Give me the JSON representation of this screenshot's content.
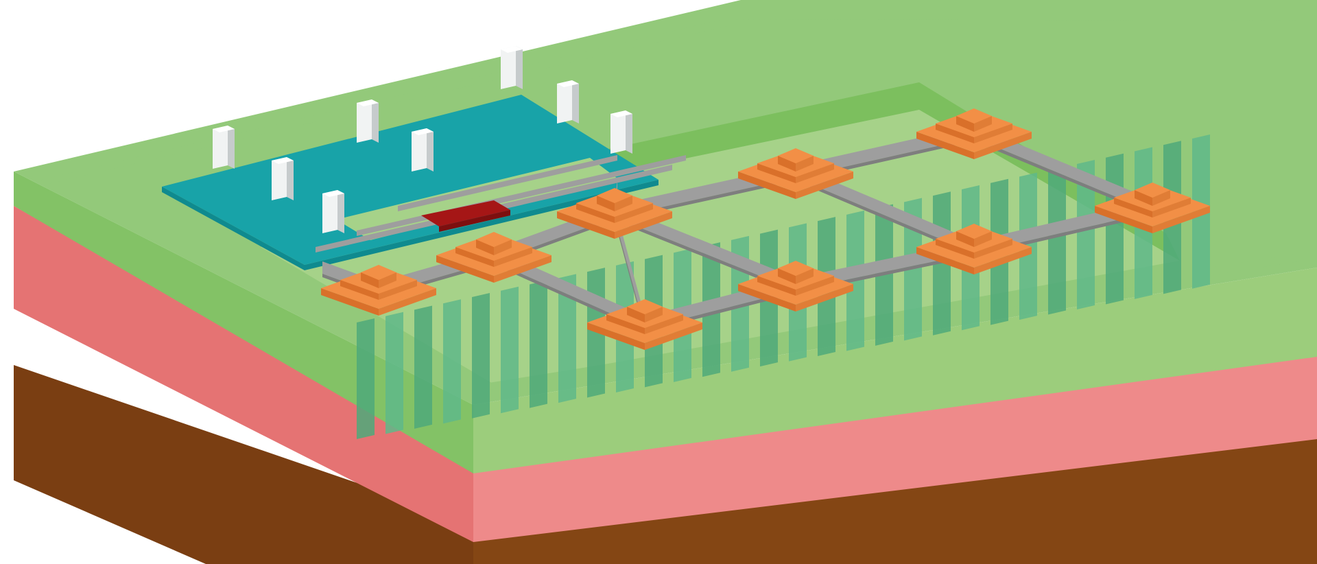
{
  "diagram": {
    "kind": "isometric-cross-section",
    "colors": {
      "encapsulant_top": "#93c97a",
      "encapsulant_left_face": "#83c266",
      "encapsulant_front_face": "#9ccd7c",
      "cavity_floor": "#a6d289",
      "cavity_wall_back": "#7cbf5e",
      "cavity_wall_left": "#8ec870",
      "pillar": "#5fb98a",
      "pillar_dark": "#4fa97a",
      "substrate_left": "#e57373",
      "substrate_front": "#ee8a8a",
      "base_left": "#7a3e12",
      "base_front": "#844614",
      "teal_plate": "#18a3a8",
      "teal_plate_edge": "#0f8a8f",
      "white_post": "#f1f3f3",
      "white_post_shade": "#c6cbcc",
      "bar": "#9e9e9e",
      "bar_shade": "#7e7e7e",
      "orange_node": "#f28f46",
      "orange_node_edge": "#d9702a",
      "red_die": "#a51616",
      "outline": "#5a8d45"
    },
    "nodes": [
      {
        "id": "n1",
        "grid": [
          0,
          0
        ]
      },
      {
        "id": "n2",
        "grid": [
          1,
          0
        ]
      },
      {
        "id": "n3",
        "grid": [
          2,
          0
        ]
      },
      {
        "id": "n4",
        "grid": [
          3,
          0
        ]
      },
      {
        "id": "n5",
        "grid": [
          4,
          0
        ]
      },
      {
        "id": "n6",
        "grid": [
          1,
          1
        ]
      },
      {
        "id": "n7",
        "grid": [
          2,
          1
        ]
      },
      {
        "id": "n8",
        "grid": [
          3,
          1
        ]
      },
      {
        "id": "n9",
        "grid": [
          4,
          1
        ]
      }
    ],
    "white_posts": 8
  }
}
